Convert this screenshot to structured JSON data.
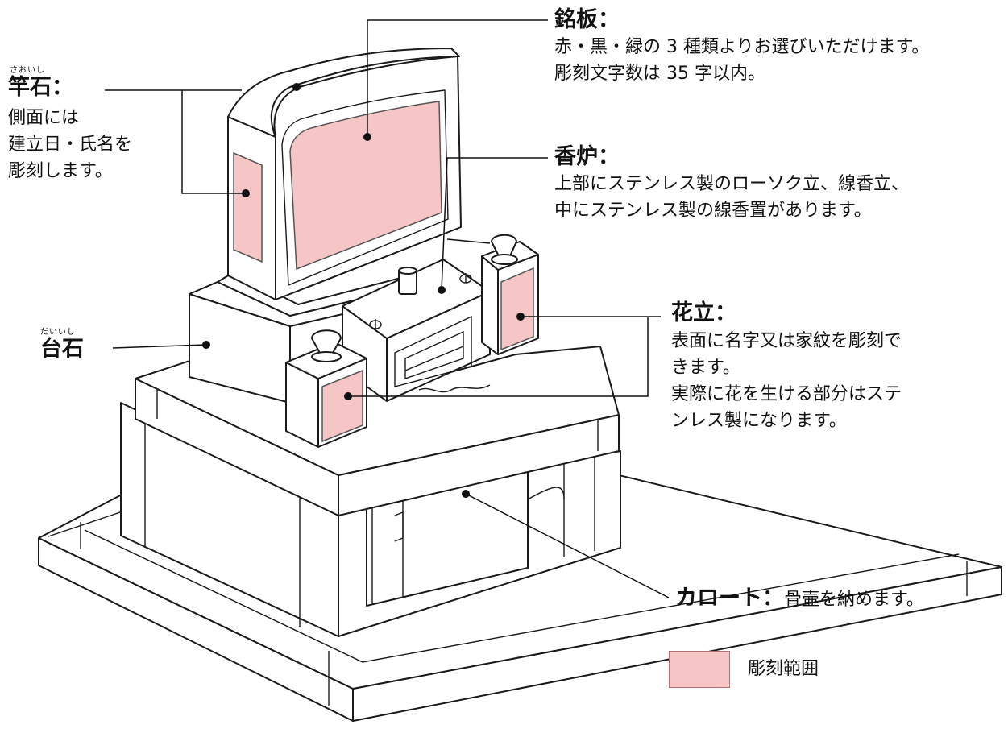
{
  "labels": {
    "meiban": {
      "title": "銘板：",
      "desc1": "赤・黒・緑の 3 種類よりお選びいただけます。",
      "desc2": "彫刻文字数は 35 字以内。"
    },
    "saoishi": {
      "ruby": "さおいし",
      "title": "竿石：",
      "desc1": "側面には",
      "desc2": "建立日・氏名を",
      "desc3": "彫刻します。"
    },
    "koro": {
      "title": "香炉：",
      "desc1": "上部にステンレス製のローソク立、線香立、",
      "desc2": "中にステンレス製の線香置があります。"
    },
    "daiishi": {
      "ruby": "だいいし",
      "title": "台石"
    },
    "hanatate": {
      "title": "花立：",
      "desc1": "表面に名字又は家紋を彫刻で",
      "desc2": "きます。",
      "desc3": "実際に花を生ける部分はステ",
      "desc4": "ンレス製になります。"
    },
    "karoto": {
      "title": "カロート：",
      "desc": "骨壷を納めます。"
    }
  },
  "legend": {
    "label": "彫刻範囲",
    "color": "#f6c6c6"
  }
}
